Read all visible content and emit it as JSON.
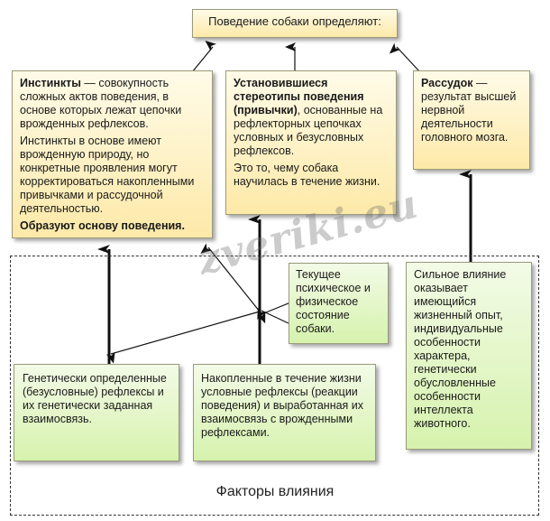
{
  "top": {
    "text": "Поведение собаки определяют:"
  },
  "instincts": {
    "term": "Инстинкты",
    "def": " — совокупность сложных актов поведения, в основе которых лежат цепочки врожденных рефлексов.",
    "p2": "Инстинкты в основе имеют врожденную природу, но конкретные проявления могут корректироваться накопленными привычками и рассудочной деятельностью.",
    "p3": "Образуют основу поведения."
  },
  "stereotypes": {
    "term": "Установившиеся стереотипы поведения (привычки)",
    "def": ", основанные на рефлекторных цепочках условных и безусловных рефлексов.",
    "p2": "Это то, чему собака научилась в течение жизни."
  },
  "reason": {
    "term": "Рассудок",
    "def": " — результат высшей нервной деятельности головного мозга."
  },
  "state": {
    "text": "Текущее психическое и физическое состояние собаки."
  },
  "influence": {
    "text": "Сильное влияние оказывает имеющийся жизненный опыт, индивидуальные особенности характера, генетически обусловленные особенности интеллекта животного."
  },
  "genetic": {
    "text": "Генетически определенные (безусловные) рефлексы и их генетически заданная взаимосвязь."
  },
  "acquired": {
    "text": "Накопленные в течение жизни условные рефлексы (реакции поведения) и выработанная их взаимосвязь с врожденными рефлексами."
  },
  "frame_label": "Факторы влияния",
  "watermark": "zveriki.eu"
}
